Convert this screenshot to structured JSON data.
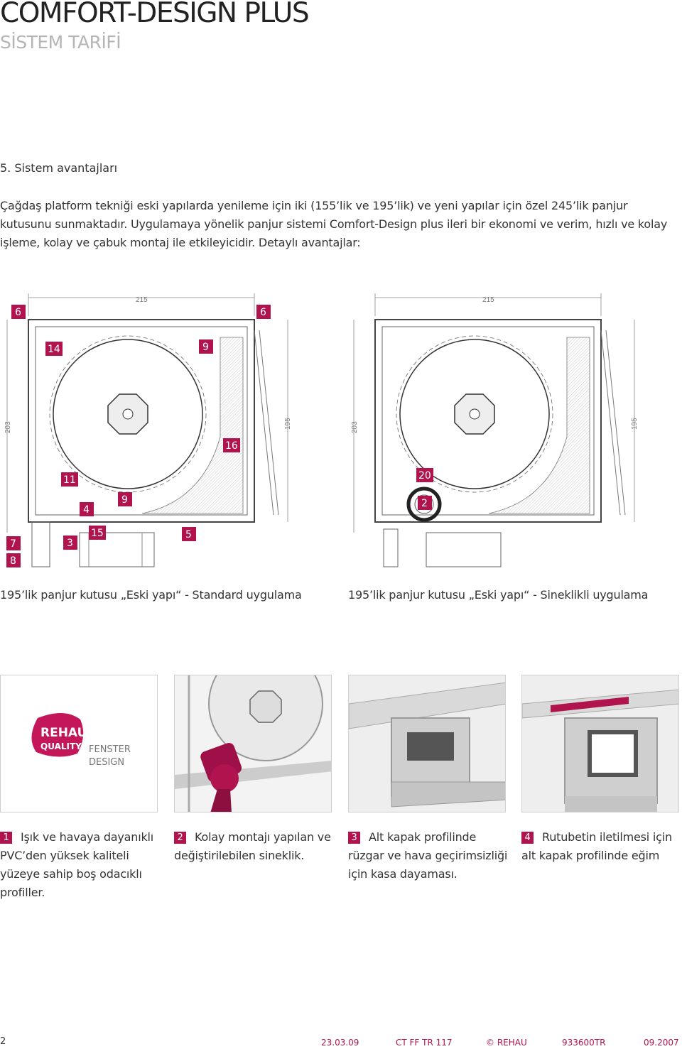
{
  "header": {
    "title": "COMFORT-DESIGN PLUS",
    "subtitle": "SİSTEM TARİFİ"
  },
  "section_heading": "5. Sistem avantajları",
  "intro_text": "Çağdaş platform tekniği eski yapılarda yenileme için iki (155’lik ve 195’lik) ve yeni yapılar için özel 245’lik panjur kutusunu sunmaktadır. Uygulamaya yönelik panjur sistemi Comfort-Design plus ileri bir ekonomi ve verim, hızlı ve kolay işleme, kolay ve çabuk montaj ile etkileyicidir. Detaylı avantajlar:",
  "drawings": [
    {
      "caption": "195’lik panjur kutusu „Eski yapı“ - Standard uygulama",
      "dim_width": "215",
      "dim_height_outer": "203",
      "dim_height_inner": "195",
      "markers": [
        "6",
        "6",
        "14",
        "9",
        "16",
        "11",
        "9",
        "4",
        "15",
        "5",
        "3",
        "7",
        "8"
      ]
    },
    {
      "caption": "195’lik panjur kutusu „Eski yapı“ - Sineklikli uygulama",
      "dim_width": "215",
      "dim_height_outer": "203",
      "dim_height_inner": "195",
      "markers": [
        "20",
        "2"
      ]
    }
  ],
  "logo": {
    "brand": "REHAU",
    "quality": "QUALITY",
    "fenster": "FENSTER",
    "design": "DESIGN"
  },
  "features": [
    {
      "number": "1",
      "text": "Işık ve havaya dayanıklı PVC’den yüksek kaliteli yüzeye sahip boş odacıklı profiller."
    },
    {
      "number": "2",
      "text": "Kolay montajı yapılan ve değiştirilebilen sineklik."
    },
    {
      "number": "3",
      "text": "Alt kapak profilinde rüzgar ve hava geçirimsizliği için kasa dayaması."
    },
    {
      "number": "4",
      "text": "Rutubetin iletilmesi için alt kapak profilinde eğim"
    }
  ],
  "footer": {
    "page": "2",
    "date": "23.03.09",
    "code": "CT FF TR 117",
    "copyright": "© REHAU",
    "doc_no": "933600TR",
    "edition": "09.2007"
  },
  "colors": {
    "accent": "#b0134e",
    "subtitle_gray": "#b5b5b5",
    "text": "#333333"
  }
}
